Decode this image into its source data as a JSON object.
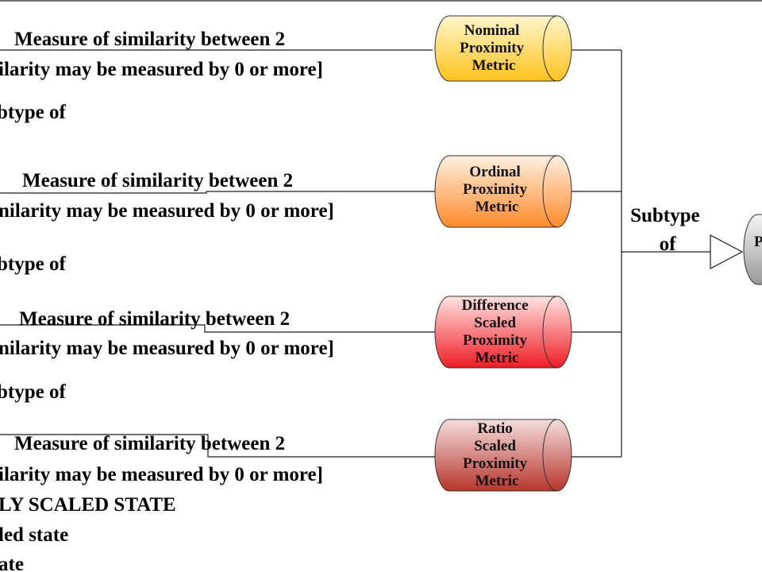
{
  "metrics": [
    {
      "id": "nominal",
      "lines": [
        "Nominal",
        "Proximity",
        "Metric"
      ],
      "color": "#ffc21c",
      "light": "#fff6cc"
    },
    {
      "id": "ordinal",
      "lines": [
        "Ordinal",
        "Proximity",
        "Metric"
      ],
      "color": "#ff8a2a",
      "light": "#fff0e0"
    },
    {
      "id": "difference",
      "lines": [
        "Difference",
        "Scaled",
        "Proximity",
        "Metric"
      ],
      "color": "#ef1c24",
      "light": "#ffe2e2"
    },
    {
      "id": "ratio",
      "lines": [
        "Ratio",
        "Scaled",
        "Proximity",
        "Metric"
      ],
      "color": "#b8352b",
      "light": "#f5dddd"
    }
  ],
  "parent": {
    "label": "P",
    "color": "#999999",
    "light": "#f4f4f4"
  },
  "subtype_right": [
    "Subtype",
    "of"
  ],
  "measure_label": "Measure of similarity between 2",
  "cardinality_label_1": "ilarity may be measured by 0 or more]",
  "cardinality_label_2": "nilarity may be measured by 0 or more]",
  "cardinality_label_3": "nilarity may be measured by 0 or more]",
  "cardinality_label_4": "ilarity may be measured by 0 or more]",
  "subtype_left": [
    "btype of",
    "btype of",
    "btype of"
  ],
  "bottom_lines": [
    "LY  SCALED STATE",
    "led state",
    "ate"
  ]
}
